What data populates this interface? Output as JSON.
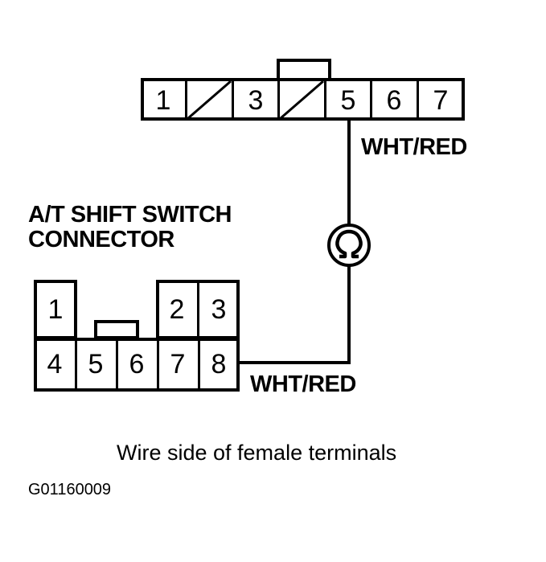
{
  "diagram": {
    "reference_code": "G01160009",
    "caption": "Wire side of female terminals",
    "connector_title_line1": "A/T SHIFT SWITCH",
    "connector_title_line2": "CONNECTOR",
    "ink_color": "#000000",
    "background_color": "#ffffff"
  },
  "top_connector": {
    "name": "top-connector",
    "cells": [
      {
        "label": "1",
        "blank": false
      },
      {
        "label": "",
        "blank": true
      },
      {
        "label": "3",
        "blank": false
      },
      {
        "label": "",
        "blank": true
      },
      {
        "label": "5",
        "blank": false
      },
      {
        "label": "6",
        "blank": false
      },
      {
        "label": "7",
        "blank": false
      }
    ],
    "tab_over_cell_index": 3,
    "wire_from_cell": "5"
  },
  "bottom_connector": {
    "name": "at-shift-switch-connector",
    "top_row": [
      {
        "label": "1",
        "position": "left"
      },
      {
        "label": "2",
        "position": "right"
      },
      {
        "label": "3",
        "position": "right"
      }
    ],
    "bottom_row": [
      {
        "label": "4"
      },
      {
        "label": "5"
      },
      {
        "label": "6"
      },
      {
        "label": "7"
      },
      {
        "label": "8"
      }
    ],
    "wire_from_cell": "8"
  },
  "meter": {
    "type": "ohmmeter",
    "symbol": "Ω",
    "name": "ohmmeter"
  },
  "wire_labels": {
    "top": "WHT/RED",
    "bottom": "WHT/RED"
  }
}
